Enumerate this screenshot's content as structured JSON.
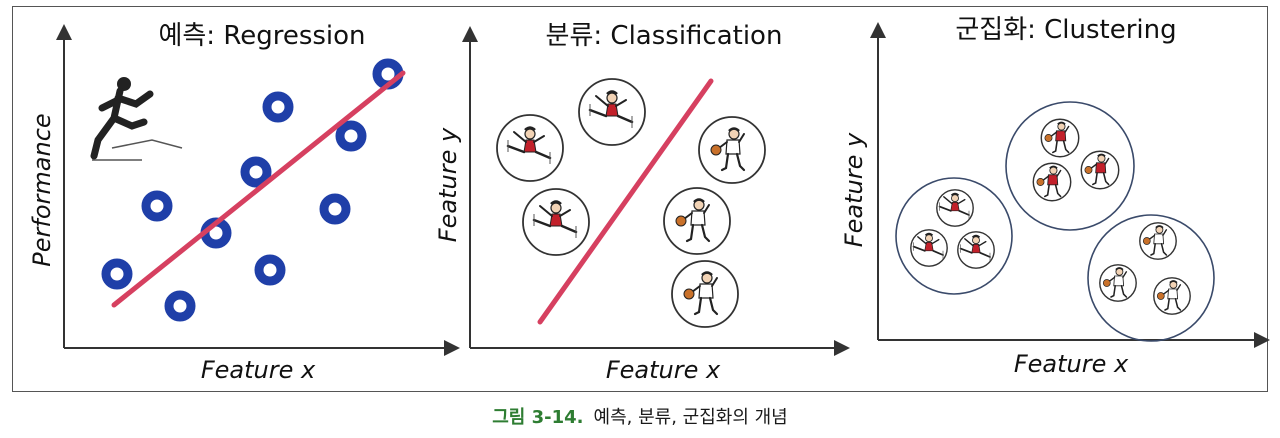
{
  "panels": [
    {
      "title": "예측: Regression",
      "xlabel": "Feature x",
      "ylabel": "Performance"
    },
    {
      "title": "분류: Classification",
      "xlabel": "Feature x",
      "ylabel": "Feature y"
    },
    {
      "title": "군집화: Clustering",
      "xlabel": "Feature x",
      "ylabel": "Feature y"
    }
  ],
  "caption": {
    "label": "그림 3-14.",
    "text": "예측, 분류, 군집화의 개념"
  },
  "colors": {
    "point": "#1f3fa8",
    "line": "#d64060",
    "axis": "#333333",
    "caption_label": "#2e7d32"
  },
  "icons": {
    "regression": "runner-icon",
    "classA": "gymnast-icon",
    "classB": "basketball-player-icon"
  }
}
